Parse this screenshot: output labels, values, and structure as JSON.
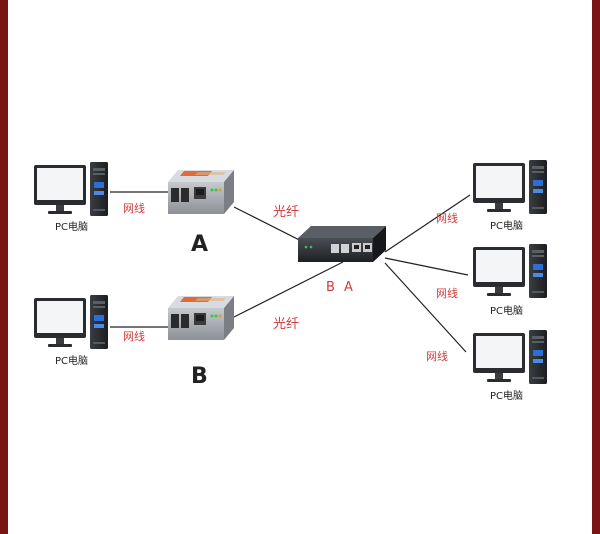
{
  "labels": {
    "pc": "PC电脑",
    "cable": "网线",
    "fiber": "光纤",
    "converter_a": "A",
    "converter_b": "B",
    "port_b": "B",
    "port_a": "A"
  },
  "colors": {
    "background": "#ffffff",
    "frame": "#7a1414",
    "cable_label": "#d23b3b",
    "text": "#222222",
    "line": "#222222",
    "converter_body": "#a9adb2",
    "switch_body": "#2b2e33",
    "converter_badge": "#e06a3a"
  },
  "icons": {
    "computer": "desktop-computer-icon",
    "converter": "media-converter-icon",
    "switch": "network-switch-icon"
  }
}
